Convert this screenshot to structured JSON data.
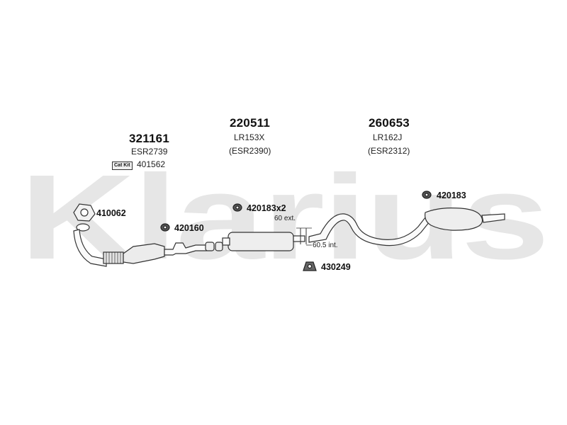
{
  "watermark": "Klarius",
  "groups": [
    {
      "number": "321161",
      "code": "ESR2739"
    },
    {
      "number": "220511",
      "code": "LR153X",
      "alt": "(ESR2390)"
    },
    {
      "number": "260653",
      "code": "LR162J",
      "alt": "(ESR2312)"
    }
  ],
  "catkit": {
    "label": "Cat Kit",
    "number": "401562"
  },
  "parts": {
    "p410062": "410062",
    "p420160": "420160",
    "p420183x2": "420183x2",
    "p420183": "420183",
    "p430249": "430249"
  },
  "dimensions": {
    "ext": "60 ext.",
    "int": "60.5 int."
  },
  "icons": [
    "flange-gasket-icon",
    "clamp-icon",
    "rubber-mount-icon"
  ]
}
